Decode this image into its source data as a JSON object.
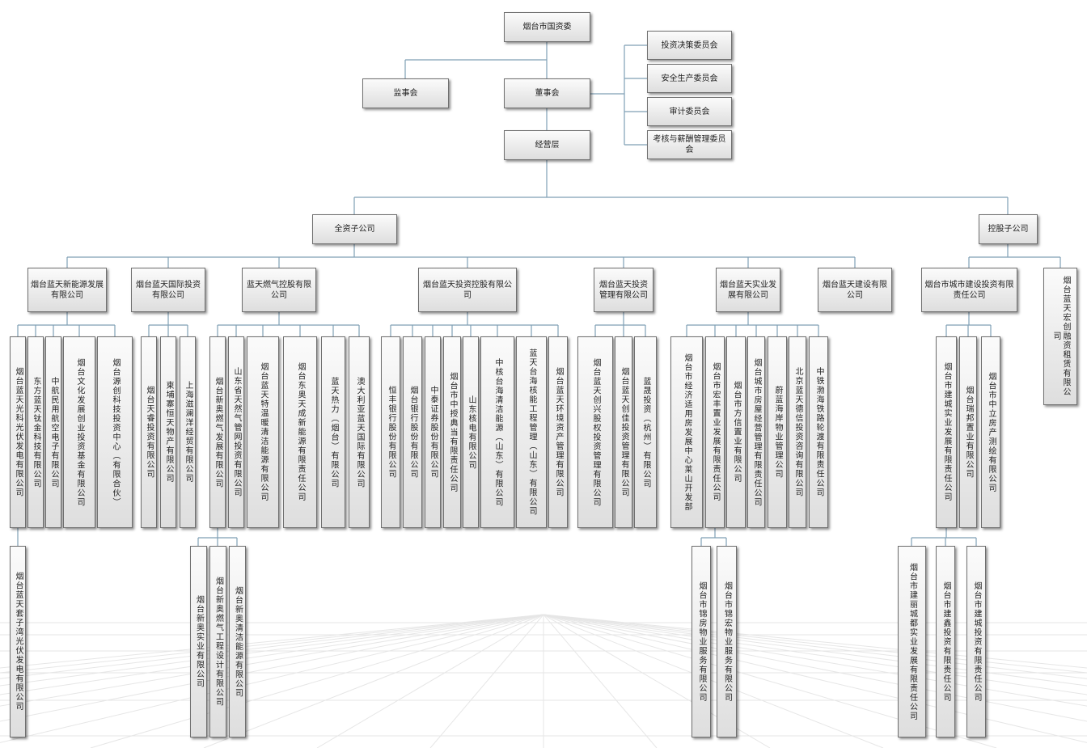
{
  "nodes": {
    "n0": "烟台市国资委",
    "n1": "监事会",
    "n2": "董事会",
    "n3": "经营层",
    "n4": "投资决策委员会",
    "n5": "安全生产委员会",
    "n6": "审计委员会",
    "n7": "考核与薪酬管理委员会",
    "n8": "全资子公司",
    "n9": "控股子公司",
    "n10": "烟台蓝天新能源发展有限公司",
    "n11": "烟台蓝天国际投资有限公司",
    "n12": "蓝天燃气控股有限公司",
    "n13": "烟台蓝天投资控股有限公司",
    "n14": "烟台蓝天投资管理有限公司",
    "n15": "烟台蓝天实业发展有限公司",
    "n16": "烟台蓝天建设有限公司",
    "n17": "烟台市城市建设投资有限责任公司",
    "n18": "烟台蓝天宏创融资租赁有限公司",
    "n19": "烟台蓝天光科光伏发电有限公司",
    "n20": "东方蓝天钛金科技有限公司",
    "n21": "中航民用航空电子有限公司",
    "n22": "烟台文化发展创业投资基金有限公司",
    "n23": "烟台源创科技投资中心（有限合伙）",
    "n24": "烟台天睿投资有限公司",
    "n25": "柬埔寨恒天物产有限公司",
    "n26": "上海滋澜洋经贸有限公司",
    "n27": "烟台新奥燃气发展有限公司",
    "n28": "山东省天然气管网投资有限公司",
    "n29": "烟台蓝天特温暖清洁能源有限公司",
    "n30": "烟台东奥天成新能源有限责任公司",
    "n31": "蓝天热力（烟台）有限公司",
    "n32": "澳大利亚蓝天国际有限公司",
    "n33": "恒丰银行股份有限公司",
    "n34": "烟台银行股份有限公司",
    "n35": "中泰证券股份有限公司",
    "n36": "烟台市中授典当有限责任公司",
    "n37": "山东核电有限公司",
    "n38": "中核台海清洁能源（山东）有限公司",
    "n39": "蓝天台海核能工程管理（山东）有限公司",
    "n40": "烟台蓝天环境资产管理有限公司",
    "n41": "烟台蓝天创兴股权投资管理有限公司",
    "n42": "烟台蓝天创佳投资管理有限公司",
    "n43": "蓝晟投资（杭州）有限公司",
    "n44": "烟台市经济适用房发展中心莱山开发部",
    "n45": "烟台市宏丰置业发展有限责任公司",
    "n46": "烟台市方信置业有限公司",
    "n47": "烟台城市房屋经营管理有限责任公司",
    "n48": "蔚蓝海岸物业管理公司",
    "n49": "北京蓝天德信投资咨询有限公司",
    "n50": "中铁渤海铁路轮渡有限责任公司",
    "n51": "烟台市建城实业发展有限责任公司",
    "n52": "烟台瑞邦置业有限公司",
    "n53": "烟台市中立房产测绘有限公司",
    "n54": "烟台蓝天套子湾光伏发电有限公司",
    "n55": "烟台新奥实业有限公司",
    "n56": "烟台新奥燃气工程设计有限公司",
    "n57": "烟台新奥清洁能源有限公司",
    "n58": "烟台市锦房物业服务有限公司",
    "n59": "烟台市锦宏物业服务有限公司",
    "n60": "烟台市建丽城都实业发展有限责任公司",
    "n61": "烟台市建鑫投资有限责任公司",
    "n62": "烟台市建城投资有限责任公司"
  },
  "colors": {
    "line": "#7f9fb5",
    "border": "#6f6f6f",
    "grid": "#e6e6e6"
  }
}
